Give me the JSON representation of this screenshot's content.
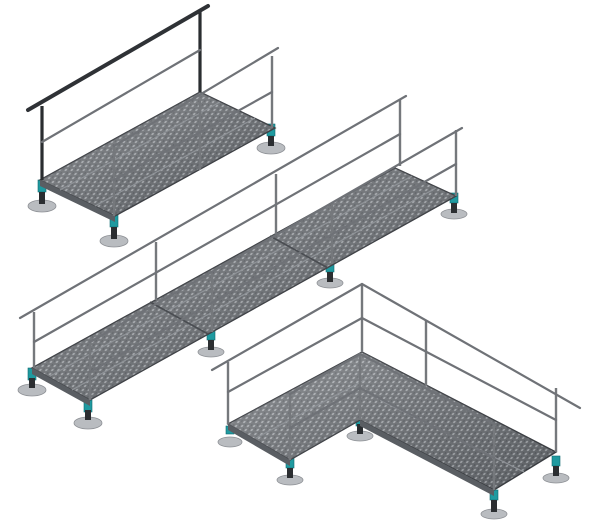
{
  "scene": {
    "description_visible_text": "",
    "colors": {
      "background": "#ffffff",
      "deck_fill": "#6f7378",
      "deck_highlight": "#a9adb2",
      "rail": "#6f7277",
      "rail_dark": "#2f3236",
      "jack": "#1f9aa0",
      "pad": "#b9bcc0"
    },
    "modules": [
      {
        "name": "short-platform-with-handrail"
      },
      {
        "name": "long-ramp-with-handrails"
      },
      {
        "name": "l-shaped-platform-with-handrails"
      }
    ]
  }
}
